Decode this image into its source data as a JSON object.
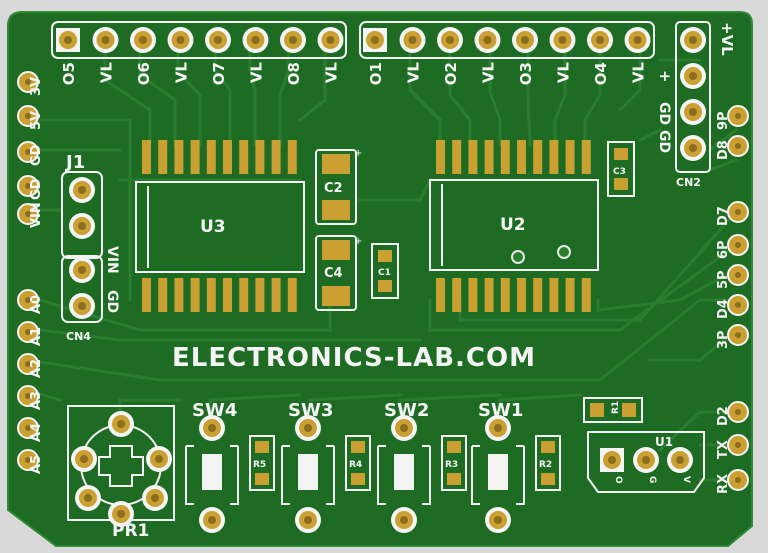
{
  "colors": {
    "board": "#1e6b23",
    "trace": "#2a7d2f",
    "silk": "#f4f4f4",
    "copper": "#c9a031",
    "background": "#d9d9d9"
  },
  "header_left": [
    "O5",
    "VL",
    "O6",
    "VL",
    "O7",
    "VL",
    "O8",
    "VL"
  ],
  "header_right": [
    "O1",
    "VL",
    "O2",
    "VL",
    "O3",
    "VL",
    "O4",
    "VL"
  ],
  "power_labels": {
    "vl": "+VL",
    "plus": "+",
    "gd": "GD",
    "gd_top": "GD",
    "cn2": "CN2"
  },
  "left_edge": [
    "3V",
    "5V",
    "GD",
    "GD",
    "VIN",
    "A0",
    "A1",
    "A2",
    "A3",
    "A4",
    "A5"
  ],
  "right_edge": [
    "9P",
    "D8",
    "D7",
    "6P",
    "5P",
    "D4",
    "3P",
    "D2",
    "TX",
    "RX"
  ],
  "j1": {
    "label": "J1",
    "vin": "VIN",
    "gd": "GD",
    "cn4": "CN4"
  },
  "ics": {
    "u3": "U3",
    "u2": "U2",
    "u1": "U1"
  },
  "caps": {
    "c1": "C1",
    "c2": "C2",
    "c3": "C3",
    "c4": "C4"
  },
  "brand": "ELECTRONICS-LAB.COM",
  "switches": [
    "SW4",
    "SW3",
    "SW2",
    "SW1"
  ],
  "resistors": [
    "R5",
    "R4",
    "R3",
    "R2"
  ],
  "r1": "R1",
  "pot": "PR1",
  "u1_pins": [
    "O",
    "G",
    "V"
  ]
}
